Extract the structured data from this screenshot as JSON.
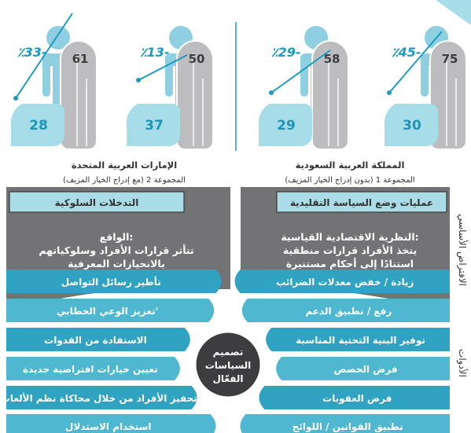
{
  "colors": {
    "teal_text": "#1b9bc2",
    "bubble": "#a6dde8",
    "bubble_text": "#1c95b8",
    "person": "#8ed0e2",
    "person_gray": "#bdbdbf",
    "dark_text": "#3c3c3c",
    "panel_gray": "#737375",
    "bar_teal": "#36a9c6",
    "label_box": "#a9dce7",
    "label_border": "#3a3a3a"
  },
  "groups": {
    "g2": {
      "country": "الإمارات العربية المتحدة",
      "subtitle": "المجموعة 2 (مع إدراج الخيار المزيف)",
      "people": [
        {
          "bubble": "28",
          "gray": "61",
          "pct": "٪33-"
        },
        {
          "bubble": "37",
          "gray": "50",
          "pct": "٪13-"
        }
      ]
    },
    "g1": {
      "country": "المملكة العربية السعودية",
      "subtitle": "المجموعة 1 (بدون إدراج الخيار المزيف)",
      "people": [
        {
          "bubble": "29",
          "gray": "58",
          "pct": "٪29-"
        },
        {
          "bubble": "30",
          "gray": "75",
          "pct": "٪45-"
        }
      ]
    }
  },
  "side_labels": {
    "assumption": "الافتراض الأساسي",
    "tools": "الأدوات"
  },
  "left_panel": {
    "header": "التدخلات السلوكية",
    "text": [
      "الواقع:",
      "تتأثر قرارات الأفراد وسلوكياتهم",
      "بالانحيازات المعرفية"
    ]
  },
  "right_panel": {
    "header": "عمليات وضع السياسة التقليدية",
    "text": [
      "النظرية الاقتصادية القياسية:",
      "يتخذ الأفراد قرارات منطقية",
      "استنادًا إلى أحكام مستنيرة"
    ]
  },
  "center_label": [
    "تصميم",
    "السياسات",
    "الفعّال"
  ],
  "left_tools": [
    "تأطير رسائل التواصل",
    "تعزيز الوعي الخطابي'",
    "الاستفادة من القدوات",
    "تعيين خيارات افتراضية جديدة",
    "تحفيز الأفراد من خلال محاكاة نظم الألعاب",
    "استخدام الاستدلال"
  ],
  "right_tools": [
    "زيادة / خفض معدلات الضرائب",
    "رفع / تطبيق الدعم",
    "توفير البنية التحتية المناسبة",
    "فرض الحصص",
    "فرض العقوبات",
    "تطبيق القوانين / اللوائح"
  ]
}
